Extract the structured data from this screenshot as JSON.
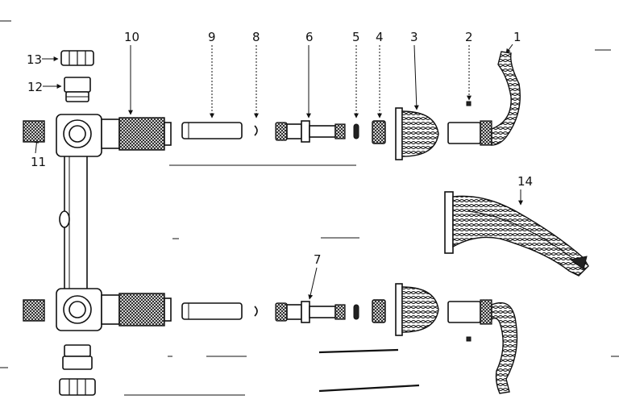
{
  "diagram": {
    "part_numbers": [
      "1",
      "2",
      "3",
      "4",
      "5",
      "6",
      "7",
      "8",
      "9",
      "10",
      "11",
      "12",
      "13",
      "14"
    ]
  }
}
